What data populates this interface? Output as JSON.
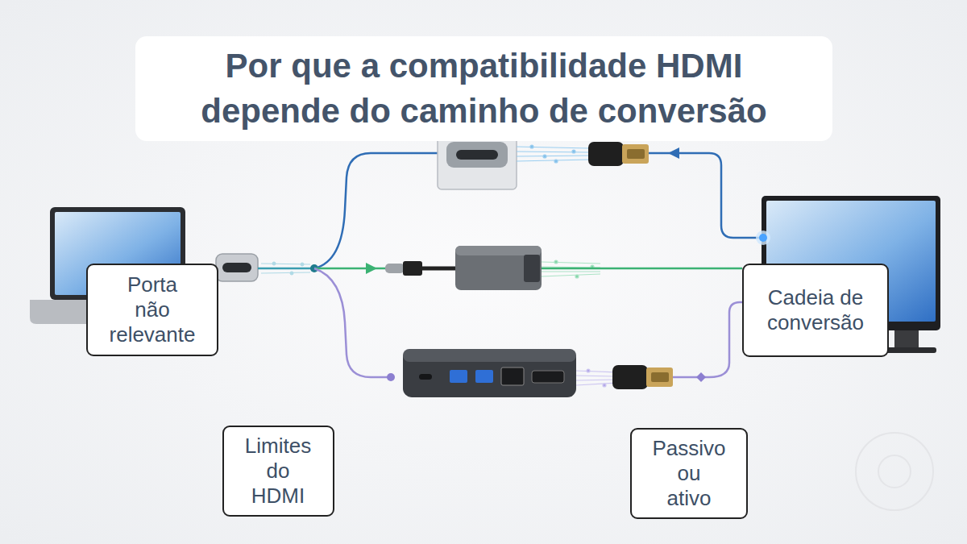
{
  "diagram": {
    "title": "Por que a compatibilidade HDMI depende do caminho de conversão",
    "nodes": [
      {
        "text": [
          "Porta não relevante"
        ]
      },
      {
        "text": [
          "Cadeia de conversão"
        ]
      },
      {
        "text": [
          "Limites do HDMI"
        ]
      },
      {
        "text": [
          "Passivo ou ativo"
        ]
      }
    ]
  }
}
